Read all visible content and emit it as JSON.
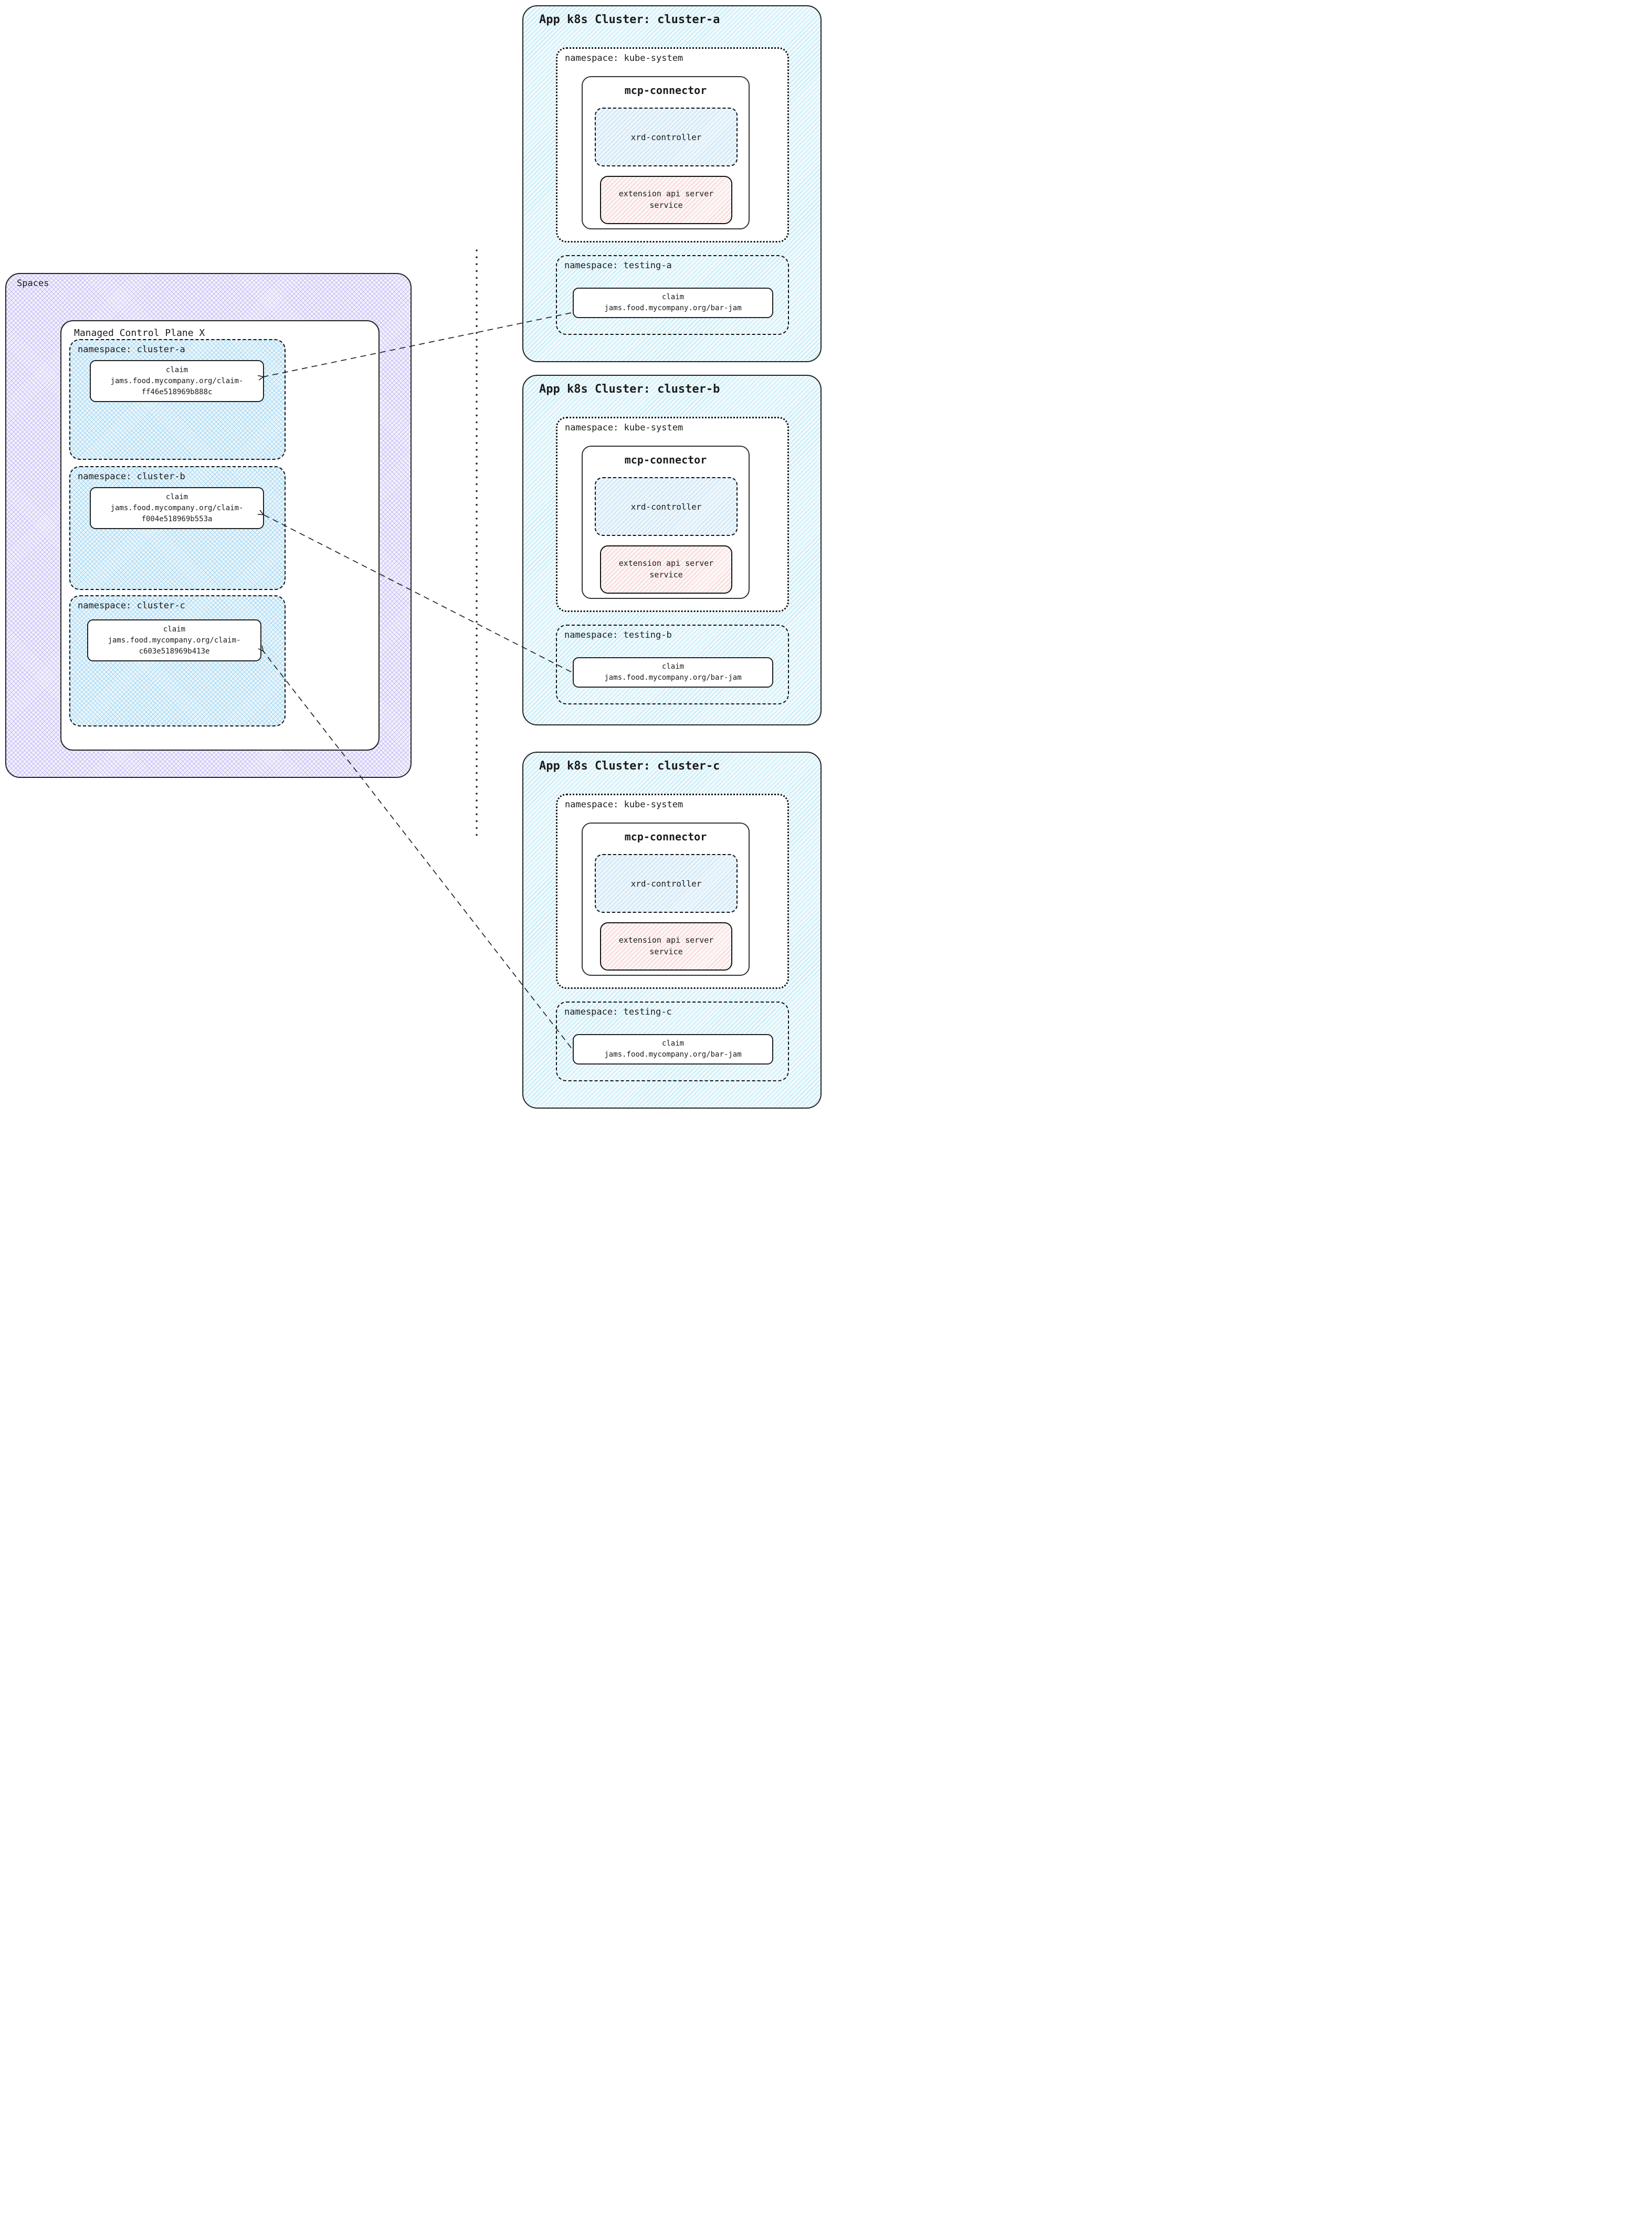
{
  "colors": {
    "ink": "#1b1b1b",
    "cluster_hatch": "#8ad6ea",
    "namespace_hatch": "#79c3ea",
    "spaces_hatch": "#a79bf0",
    "extension_hatch": "#f0a8a8"
  },
  "spaces": {
    "label": "Spaces",
    "mcp": {
      "label": "Managed Control Plane X",
      "namespaces": [
        {
          "label": "namespace: cluster-a",
          "claim": {
            "title": "claim",
            "line1": "jams.food.mycompany.org/claim-",
            "line2": "ff46e518969b888c"
          }
        },
        {
          "label": "namespace: cluster-b",
          "claim": {
            "title": "claim",
            "line1": "jams.food.mycompany.org/claim-",
            "line2": "f004e518969b553a"
          }
        },
        {
          "label": "namespace: cluster-c",
          "claim": {
            "title": "claim",
            "line1": "jams.food.mycompany.org/claim-",
            "line2": "c603e518969b413e"
          }
        }
      ]
    }
  },
  "clusters": [
    {
      "title": "App k8s Cluster: cluster-a",
      "kube_namespace_label": "namespace: kube-system",
      "connector_label": "mcp-connector",
      "xrd_label": "xrd-controller",
      "extension_label": "extension api server service",
      "testing_namespace_label": "namespace: testing-a",
      "claim": {
        "title": "claim",
        "value": "jams.food.mycompany.org/bar-jam"
      }
    },
    {
      "title": "App k8s Cluster: cluster-b",
      "kube_namespace_label": "namespace: kube-system",
      "connector_label": "mcp-connector",
      "xrd_label": "xrd-controller",
      "extension_label": "extension api server service",
      "testing_namespace_label": "namespace: testing-b",
      "claim": {
        "title": "claim",
        "value": "jams.food.mycompany.org/bar-jam"
      }
    },
    {
      "title": "App k8s Cluster: cluster-c",
      "kube_namespace_label": "namespace: kube-system",
      "connector_label": "mcp-connector",
      "xrd_label": "xrd-controller",
      "extension_label": "extension api server service",
      "testing_namespace_label": "namespace: testing-c",
      "claim": {
        "title": "claim",
        "value": "jams.food.mycompany.org/bar-jam"
      }
    }
  ]
}
